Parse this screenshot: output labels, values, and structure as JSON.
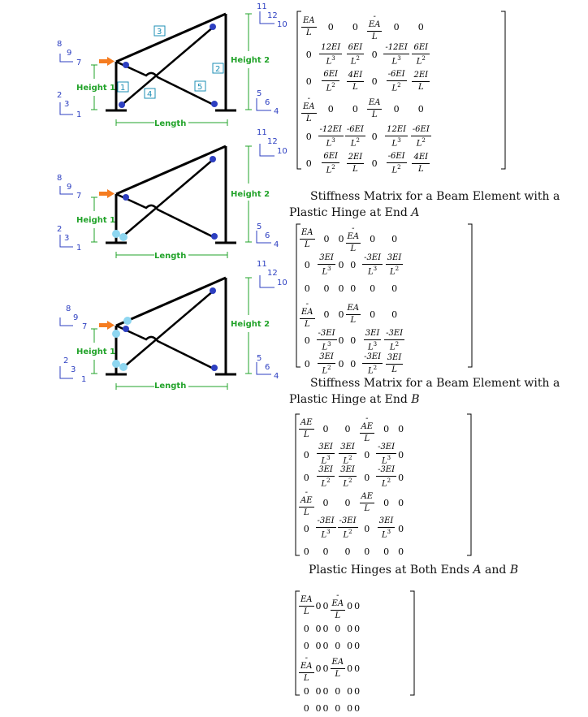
{
  "frames": [
    {
      "dofs": {
        "d1": "1",
        "d2": "2",
        "d3": "3",
        "d4": "4",
        "d5": "5",
        "d6": "6",
        "d7": "7",
        "d8": "8",
        "d9": "9",
        "d10": "10",
        "d11": "11",
        "d12": "12"
      },
      "dims": {
        "height1": "Height 1",
        "height2": "Height 2",
        "length": "Length"
      },
      "members": [
        "1",
        "2",
        "3",
        "4",
        "5"
      ]
    },
    {
      "dofs": {
        "d1": "1",
        "d2": "2",
        "d3": "3",
        "d4": "4",
        "d5": "5",
        "d6": "6",
        "d7": "7",
        "d8": "8",
        "d9": "9",
        "d10": "10",
        "d11": "11",
        "d12": "12"
      },
      "dims": {
        "height1": "Height 1",
        "height2": "Height 2",
        "length": "Length"
      }
    },
    {
      "dofs": {
        "d1": "1",
        "d2": "2",
        "d3": "3",
        "d4": "4",
        "d5": "5",
        "d6": "6",
        "d7": "7",
        "d8": "8",
        "d9": "9",
        "d10": "10",
        "d11": "11",
        "d12": "12"
      },
      "dims": {
        "height1": "Height 1",
        "height2": "Height 2",
        "length": "Length"
      }
    }
  ],
  "colors": {
    "frame": "#000000",
    "node": "#2d3fc1",
    "hinge": "#8ed6f0",
    "load": "#f57c20",
    "label": "#22a32a",
    "dof": "#2d3fc1",
    "member": "#1e8fb5"
  },
  "matrices": [
    {
      "rows": [
        [
          [
            "EA",
            "L"
          ],
          "0",
          "0",
          [
            "-EA",
            "L"
          ],
          "0",
          "0"
        ],
        [
          "0",
          [
            "12EI",
            "L3"
          ],
          [
            "6EI",
            "L2"
          ],
          "0",
          [
            "-12EI",
            "L3"
          ],
          [
            "6EI",
            "L2"
          ]
        ],
        [
          "0",
          [
            "6EI",
            "L2"
          ],
          [
            "4EI",
            "L"
          ],
          "0",
          [
            "-6EI",
            "L2"
          ],
          [
            "2EI",
            "L"
          ]
        ],
        [
          [
            "-EA",
            "L"
          ],
          "0",
          "0",
          [
            "EA",
            "L"
          ],
          "0",
          "0"
        ],
        [
          "0",
          [
            "-12EI",
            "L3"
          ],
          [
            "-6EI",
            "L2"
          ],
          "0",
          [
            "12EI",
            "L3"
          ],
          [
            "-6EI",
            "L2"
          ]
        ],
        [
          "0",
          [
            "6EI",
            "L2"
          ],
          [
            "2EI",
            "L"
          ],
          "0",
          [
            "-6EI",
            "L2"
          ],
          [
            "4EI",
            "L"
          ]
        ]
      ]
    },
    {
      "caption": "Stiffness Matrix for a Beam Element with a Plastic Hinge at End A",
      "rows": [
        [
          [
            "EA",
            "L"
          ],
          "0",
          "0",
          [
            "-EA",
            "L"
          ],
          "0",
          "0"
        ],
        [
          "0",
          [
            "3EI",
            "L3"
          ],
          "0",
          "0",
          [
            "-3EI",
            "L3"
          ],
          [
            "3EI",
            "L2"
          ]
        ],
        [
          "0",
          "0",
          "0",
          "0",
          "0",
          "0"
        ],
        [
          [
            "-EA",
            "L"
          ],
          "0",
          "0",
          [
            "EA",
            "L"
          ],
          "0",
          "0"
        ],
        [
          "0",
          [
            "-3EI",
            "L3"
          ],
          "0",
          "0",
          [
            "3EI",
            "L3"
          ],
          [
            "-3EI",
            "L2"
          ]
        ],
        [
          "0",
          [
            "3EI",
            "L2"
          ],
          "0",
          "0",
          [
            "-3EI",
            "L2"
          ],
          [
            "3EI",
            "L"
          ]
        ]
      ]
    },
    {
      "caption": "Stiffness Matrix for a Beam Element with a Plastic Hinge at End B",
      "rows": [
        [
          [
            "AE",
            "L"
          ],
          "0",
          "0",
          [
            "-AE",
            "L"
          ],
          "0",
          "0"
        ],
        [
          "0",
          [
            "3EI",
            "L3"
          ],
          [
            "3EI",
            "L2"
          ],
          "0",
          [
            "-3EI",
            "L3"
          ],
          "0"
        ],
        [
          "0",
          [
            "3EI",
            "L2"
          ],
          [
            "3EI",
            "L2"
          ],
          "0",
          [
            "-3EI",
            "L2"
          ],
          "0"
        ],
        [
          [
            "-AE",
            "L"
          ],
          "0",
          "0",
          [
            "AE",
            "L"
          ],
          "0",
          "0"
        ],
        [
          "0",
          [
            "-3EI",
            "L3"
          ],
          [
            "-3EI",
            "L2"
          ],
          "0",
          [
            "3EI",
            "L3"
          ],
          "0"
        ],
        [
          "0",
          "0",
          "0",
          "0",
          "0",
          "0"
        ]
      ]
    },
    {
      "caption": "Plastic Hinges at Both Ends A and B",
      "rows": [
        [
          [
            "EA",
            "L"
          ],
          "0",
          "0",
          [
            "-EA",
            "L"
          ],
          "0",
          "0"
        ],
        [
          "0",
          "0",
          "0",
          "0",
          "0",
          "0"
        ],
        [
          "0",
          "0",
          "0",
          "0",
          "0",
          "0"
        ],
        [
          [
            "-EA",
            "L"
          ],
          "0",
          "0",
          [
            "EA",
            "L"
          ],
          "0",
          "0"
        ],
        [
          "0",
          "0",
          "0",
          "0",
          "0",
          "0"
        ],
        [
          "0",
          "0",
          "0",
          "0",
          "0",
          "0"
        ]
      ]
    }
  ]
}
